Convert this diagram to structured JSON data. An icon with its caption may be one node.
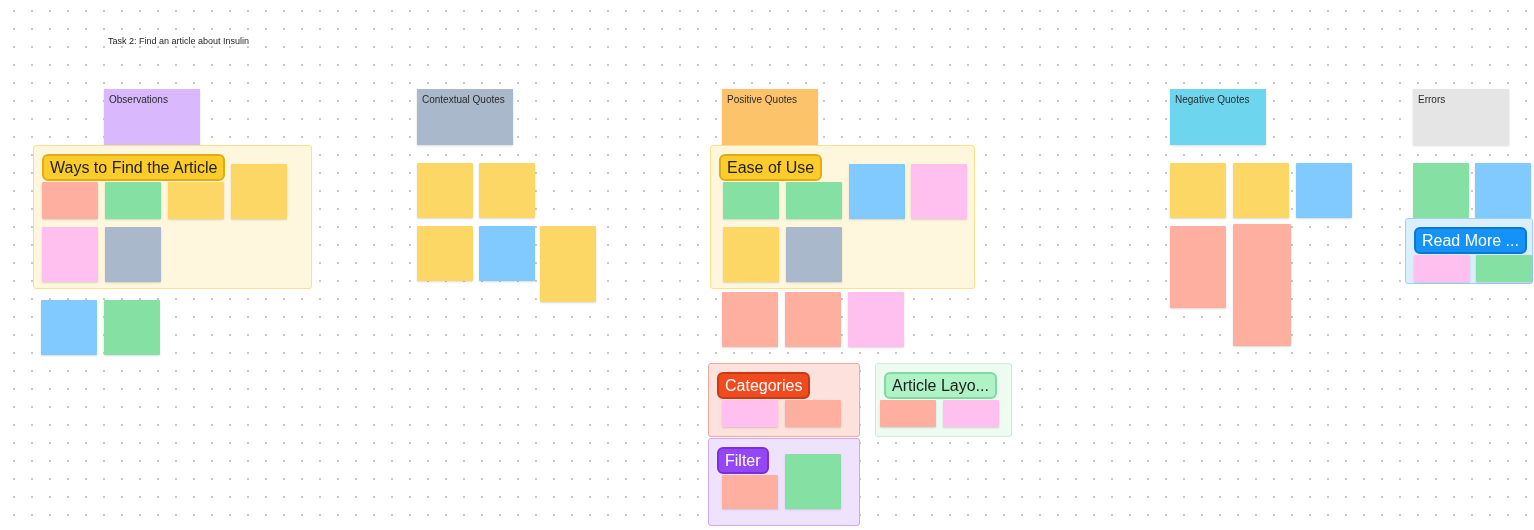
{
  "diagram": {
    "title": "Task 2: Find an article about Insulin",
    "nodes": [
      {
        "text": [
          "Observations"
        ]
      },
      {
        "text": [
          "Ways to Find the Article"
        ]
      },
      {
        "text": [],
        "shape": "box",
        "in": 1
      },
      {
        "text": [],
        "shape": "box",
        "in": 1
      },
      {
        "text": [],
        "shape": "box",
        "in": 1
      },
      {
        "text": [],
        "shape": "box",
        "in": 1
      },
      {
        "text": [],
        "shape": "box",
        "in": 1
      },
      {
        "text": [],
        "shape": "box",
        "in": 1
      },
      {
        "text": [],
        "shape": "box"
      },
      {
        "text": [],
        "shape": "box"
      },
      {
        "text": [
          "Contextual Quotes"
        ]
      },
      {
        "text": [],
        "shape": "box"
      },
      {
        "text": [],
        "shape": "box"
      },
      {
        "text": [],
        "shape": "box"
      },
      {
        "text": [],
        "shape": "box"
      },
      {
        "text": [],
        "shape": "box"
      },
      {
        "text": [
          "Positive Quotes"
        ]
      },
      {
        "text": [
          "Ease of Use"
        ]
      },
      {
        "text": [],
        "shape": "box",
        "in": 17
      },
      {
        "text": [],
        "shape": "box",
        "in": 17
      },
      {
        "text": [],
        "shape": "box",
        "in": 17
      },
      {
        "text": [],
        "shape": "box",
        "in": 17
      },
      {
        "text": [],
        "shape": "box",
        "in": 17
      },
      {
        "text": [],
        "shape": "box",
        "in": 17
      },
      {
        "text": [],
        "shape": "box"
      },
      {
        "text": [],
        "shape": "box"
      },
      {
        "text": [],
        "shape": "box"
      },
      {
        "text": [
          "Negative Quotes"
        ]
      },
      {
        "text": [],
        "shape": "box"
      },
      {
        "text": [],
        "shape": "box"
      },
      {
        "text": [],
        "shape": "box"
      },
      {
        "text": [],
        "shape": "box"
      },
      {
        "text": [],
        "shape": "box"
      },
      {
        "text": [
          "Errors"
        ]
      },
      {
        "text": [],
        "shape": "box"
      },
      {
        "text": [],
        "shape": "box"
      },
      {
        "text": [
          "Read More ..."
        ]
      },
      {
        "text": [],
        "shape": "box",
        "in": 36
      },
      {
        "text": [],
        "shape": "box",
        "in": 36
      },
      {
        "text": [
          "Categories"
        ]
      },
      {
        "text": [],
        "shape": "box",
        "in": 39
      },
      {
        "text": [],
        "shape": "box",
        "in": 39
      },
      {
        "text": [
          "Article Layo..."
        ]
      },
      {
        "text": [],
        "shape": "box",
        "in": 42
      },
      {
        "text": [],
        "shape": "box",
        "in": 42
      },
      {
        "text": [
          "Filter"
        ]
      },
      {
        "text": [],
        "shape": "box",
        "in": 45
      },
      {
        "text": [],
        "shape": "box",
        "in": 45
      }
    ]
  }
}
